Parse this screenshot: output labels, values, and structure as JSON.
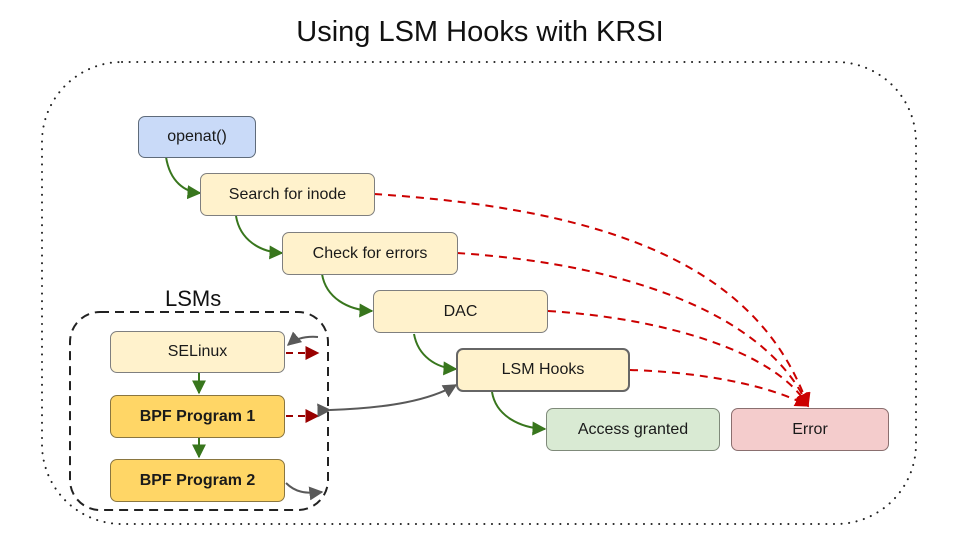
{
  "title": "Using LSM Hooks with KRSI",
  "group_label": "LSMs",
  "nodes": {
    "openat": "openat()",
    "search_inode": "Search for inode",
    "check_errors": "Check for errors",
    "dac": "DAC",
    "lsm_hooks": "LSM Hooks",
    "access_granted": "Access granted",
    "error": "Error",
    "selinux": "SELinux",
    "bpf1": "BPF Program 1",
    "bpf2": "BPF Program 2"
  },
  "edges": [
    {
      "from": "openat()",
      "to": "Search for inode",
      "kind": "success"
    },
    {
      "from": "Search for inode",
      "to": "Check for errors",
      "kind": "success"
    },
    {
      "from": "Check for errors",
      "to": "DAC",
      "kind": "success"
    },
    {
      "from": "DAC",
      "to": "LSM Hooks",
      "kind": "success"
    },
    {
      "from": "LSM Hooks",
      "to": "Access granted",
      "kind": "success"
    },
    {
      "from": "Search for inode",
      "to": "Error",
      "kind": "failure"
    },
    {
      "from": "Check for errors",
      "to": "Error",
      "kind": "failure"
    },
    {
      "from": "DAC",
      "to": "Error",
      "kind": "failure"
    },
    {
      "from": "LSM Hooks",
      "to": "Error",
      "kind": "failure"
    },
    {
      "from": "SELinux",
      "to": "BPF Program 1",
      "kind": "success"
    },
    {
      "from": "BPF Program 1",
      "to": "BPF Program 2",
      "kind": "success"
    },
    {
      "from": "SELinux",
      "to": "LSMs",
      "kind": "failure"
    },
    {
      "from": "BPF Program 1",
      "to": "LSMs",
      "kind": "failure"
    },
    {
      "from": "LSM Hooks",
      "to": "LSMs",
      "kind": "call"
    },
    {
      "from": "LSMs",
      "to": "SELinux",
      "kind": "call"
    },
    {
      "from": "BPF Program 2",
      "to": "LSMs",
      "kind": "return"
    }
  ],
  "colors": {
    "success": "#38761d",
    "failure": "#cc0000",
    "call": "#595959",
    "blue_node": "#c9daf8",
    "yellow_node": "#fff2cc",
    "gold_node": "#ffd666",
    "green_node": "#d9ead3",
    "red_node": "#f4cccc"
  }
}
